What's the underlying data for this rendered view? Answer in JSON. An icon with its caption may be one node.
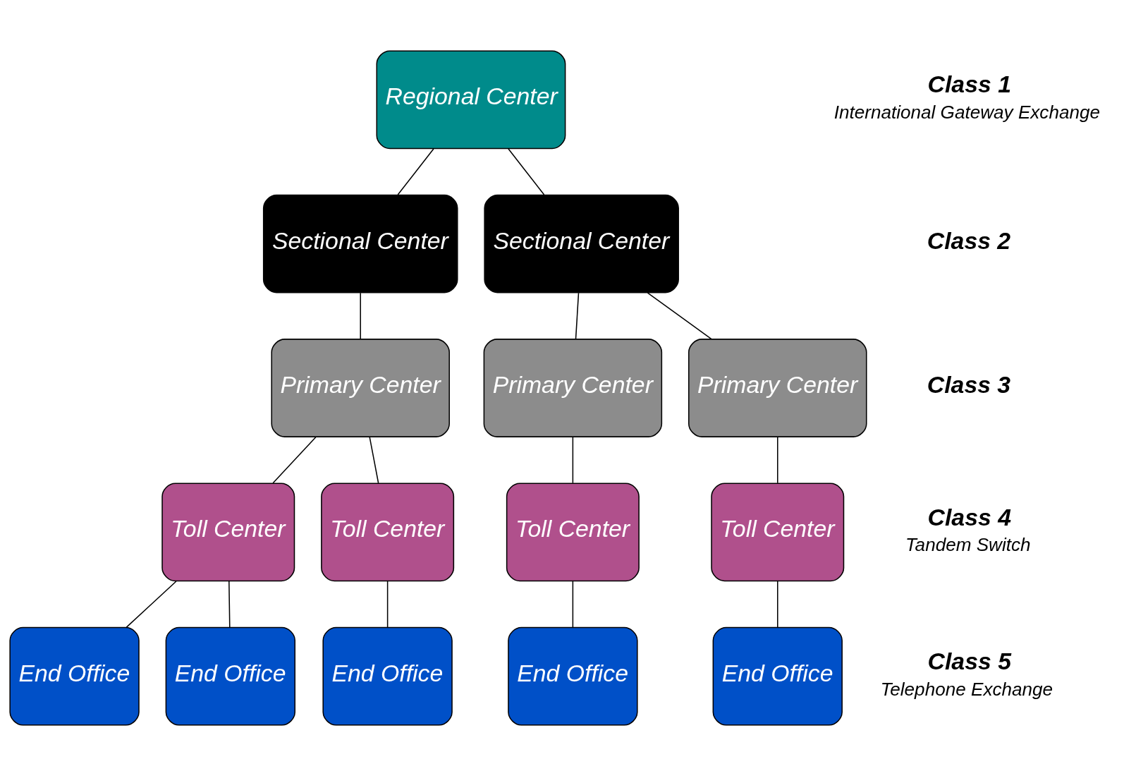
{
  "diagram": {
    "nodes": [
      {
        "text": [
          "Regional Center"
        ]
      },
      {
        "text": [
          "Sectional Center"
        ]
      },
      {
        "text": [
          "Sectional Center"
        ]
      },
      {
        "text": [
          "Primary Center"
        ]
      },
      {
        "text": [
          "Primary Center"
        ]
      },
      {
        "text": [
          "Primary Center"
        ]
      },
      {
        "text": [
          "Toll Center"
        ]
      },
      {
        "text": [
          "Toll Center"
        ]
      },
      {
        "text": [
          "Toll Center"
        ]
      },
      {
        "text": [
          "Toll Center"
        ]
      },
      {
        "text": [
          "End Office"
        ]
      },
      {
        "text": [
          "End Office"
        ]
      },
      {
        "text": [
          "End Office"
        ]
      },
      {
        "text": [
          "End Office"
        ]
      },
      {
        "text": [
          "End Office"
        ]
      }
    ],
    "edges": [
      {
        "from": 0,
        "to": 1,
        "arrow": "none"
      },
      {
        "from": 0,
        "to": 2,
        "arrow": "none"
      },
      {
        "from": 1,
        "to": 3,
        "arrow": "none"
      },
      {
        "from": 2,
        "to": 4,
        "arrow": "none"
      },
      {
        "from": 2,
        "to": 5,
        "arrow": "none"
      },
      {
        "from": 3,
        "to": 6,
        "arrow": "none"
      },
      {
        "from": 3,
        "to": 7,
        "arrow": "none"
      },
      {
        "from": 4,
        "to": 8,
        "arrow": "none"
      },
      {
        "from": 5,
        "to": 9,
        "arrow": "none"
      },
      {
        "from": 6,
        "to": 10,
        "arrow": "none"
      },
      {
        "from": 6,
        "to": 11,
        "arrow": "none"
      },
      {
        "from": 7,
        "to": 12,
        "arrow": "none"
      },
      {
        "from": 8,
        "to": 13,
        "arrow": "none"
      },
      {
        "from": 9,
        "to": 14,
        "arrow": "none"
      }
    ],
    "labels": [
      "Class 1",
      "International Gateway Exchange",
      "Class 2",
      "Class 3",
      "Class 4",
      "Tandem Switch",
      "Class 5",
      "Telephone Exchange"
    ]
  }
}
